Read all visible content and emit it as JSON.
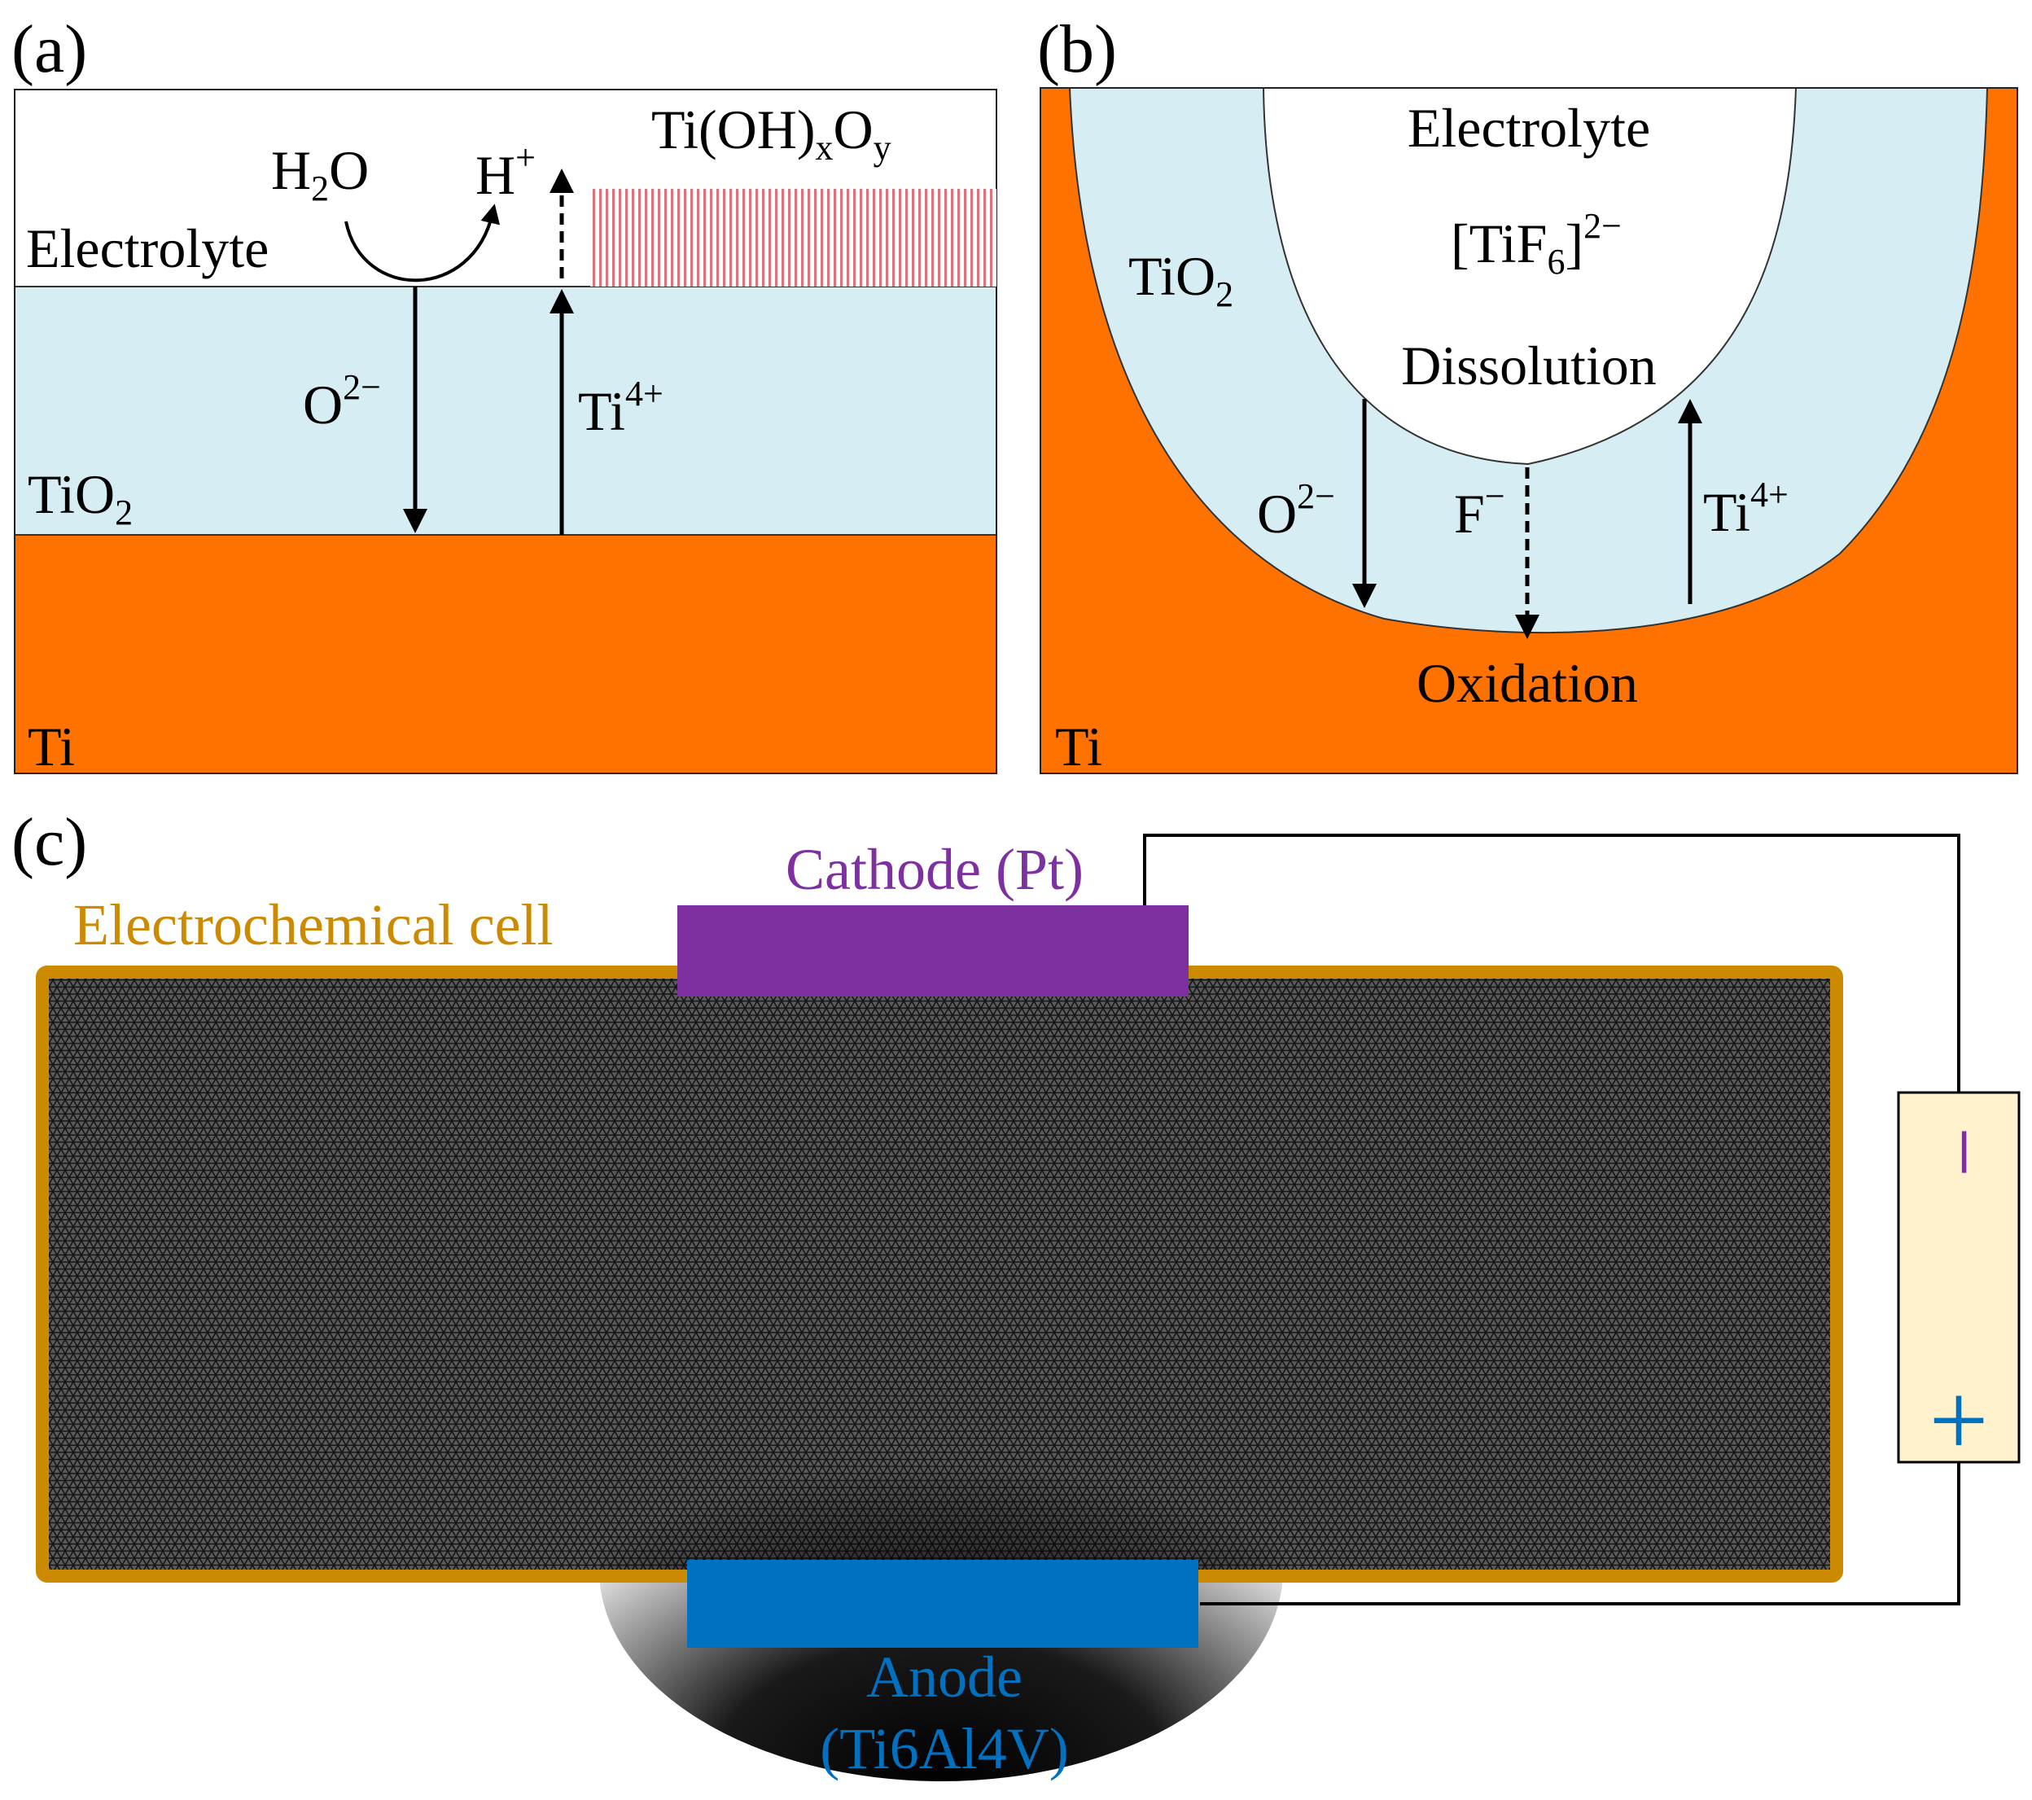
{
  "colors": {
    "ti_metal": "#FF7200",
    "tio2_layer": "#D6EEF3",
    "electrolyte": "#FFFFFF",
    "hydroxide_hatch": "#E0707A",
    "cathode": "#7E2FA0",
    "anode": "#0070C0",
    "cell_border": "#CC8A00",
    "battery_fill": "#FFF2CC",
    "mesh_background": "#5A5A5A",
    "text": "#000000"
  },
  "panel_a": {
    "label": "(a)",
    "h2o": {
      "base": "H",
      "sub": "2",
      "tail": "O"
    },
    "hplus": {
      "base": "H",
      "sup": "+"
    },
    "hydroxide": {
      "p1": "Ti(OH)",
      "s1": "x",
      "p2": "O",
      "s2": "y"
    },
    "electrolyte": "Electrolyte",
    "o_ion": {
      "base": "O",
      "sup": "2−"
    },
    "ti_ion": {
      "base": "Ti",
      "sup": "4+"
    },
    "tio2": {
      "base": "TiO",
      "sub": "2"
    },
    "ti": "Ti"
  },
  "panel_b": {
    "label": "(b)",
    "electrolyte": "Electrolyte",
    "complex": {
      "open": "[TiF",
      "sub": "6",
      "close": "]",
      "sup": "2−"
    },
    "tio2": {
      "base": "TiO",
      "sub": "2"
    },
    "dissolution": "Dissolution",
    "o_ion": {
      "base": "O",
      "sup": "2−"
    },
    "f_ion": {
      "base": "F",
      "sup": "−"
    },
    "ti_ion": {
      "base": "Ti",
      "sup": "4+"
    },
    "oxidation": "Oxidation",
    "ti": "Ti"
  },
  "panel_c": {
    "label": "(c)",
    "cathode": "Cathode (Pt)",
    "cell": "Electrochemical cell",
    "anode_line1": "Anode",
    "anode_line2": "(Ti6Al4V)",
    "battery_minus": "−",
    "battery_plus": "+"
  }
}
